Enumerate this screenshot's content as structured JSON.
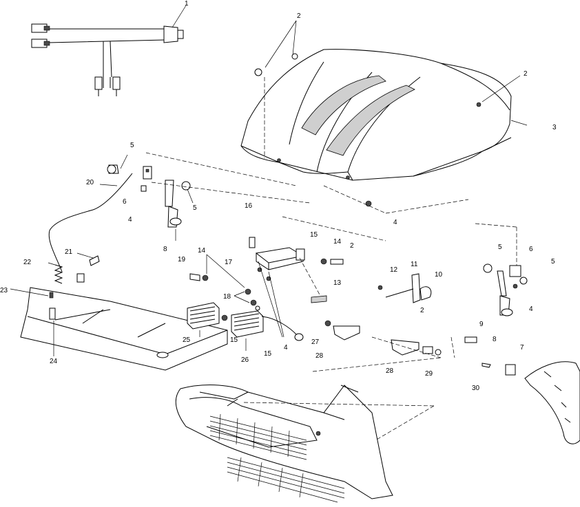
{
  "diagram": {
    "callouts": [
      {
        "id": "c1",
        "text": "1"
      },
      {
        "id": "c2a",
        "text": "2"
      },
      {
        "id": "c2b",
        "text": "2"
      },
      {
        "id": "c2c",
        "text": "2"
      },
      {
        "id": "c2d",
        "text": "2"
      },
      {
        "id": "c3",
        "text": "3"
      },
      {
        "id": "c4a",
        "text": "4"
      },
      {
        "id": "c4b",
        "text": "4"
      },
      {
        "id": "c4c",
        "text": "4"
      },
      {
        "id": "c4d",
        "text": "4"
      },
      {
        "id": "c5a",
        "text": "5"
      },
      {
        "id": "c5b",
        "text": "5"
      },
      {
        "id": "c5c",
        "text": "5"
      },
      {
        "id": "c5d",
        "text": "5"
      },
      {
        "id": "c6a",
        "text": "6"
      },
      {
        "id": "c6b",
        "text": "6"
      },
      {
        "id": "c7",
        "text": "7"
      },
      {
        "id": "c8a",
        "text": "8"
      },
      {
        "id": "c8b",
        "text": "8"
      },
      {
        "id": "c9",
        "text": "9"
      },
      {
        "id": "c10",
        "text": "10"
      },
      {
        "id": "c11",
        "text": "11"
      },
      {
        "id": "c12",
        "text": "12"
      },
      {
        "id": "c13",
        "text": "13"
      },
      {
        "id": "c14a",
        "text": "14"
      },
      {
        "id": "c14b",
        "text": "14"
      },
      {
        "id": "c15a",
        "text": "15"
      },
      {
        "id": "c15b",
        "text": "15"
      },
      {
        "id": "c15c",
        "text": "15"
      },
      {
        "id": "c16",
        "text": "16"
      },
      {
        "id": "c17",
        "text": "17"
      },
      {
        "id": "c18",
        "text": "18"
      },
      {
        "id": "c19",
        "text": "19"
      },
      {
        "id": "c20",
        "text": "20"
      },
      {
        "id": "c21",
        "text": "21"
      },
      {
        "id": "c22",
        "text": "22"
      },
      {
        "id": "c23",
        "text": "23"
      },
      {
        "id": "c24",
        "text": "24"
      },
      {
        "id": "c25",
        "text": "25"
      },
      {
        "id": "c26",
        "text": "26"
      },
      {
        "id": "c27",
        "text": "27"
      },
      {
        "id": "c28a",
        "text": "28"
      },
      {
        "id": "c28b",
        "text": "28"
      },
      {
        "id": "c29",
        "text": "29"
      },
      {
        "id": "c30",
        "text": "30"
      }
    ]
  }
}
